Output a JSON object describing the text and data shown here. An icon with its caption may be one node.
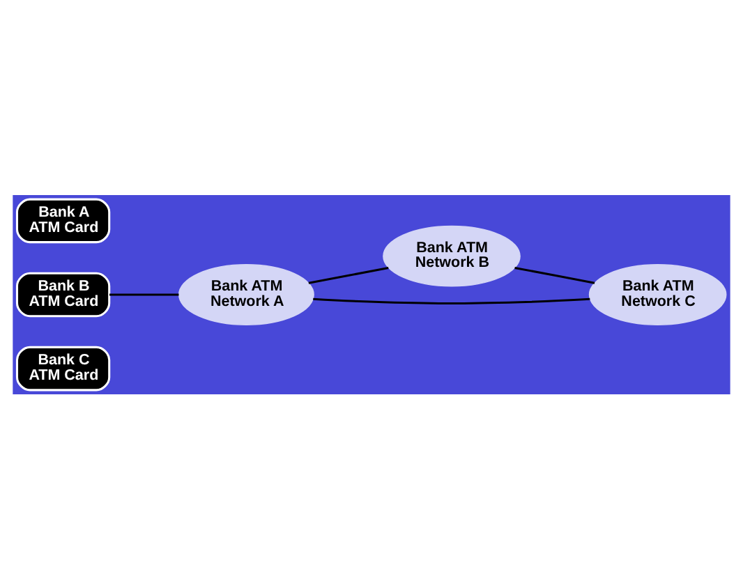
{
  "diagram": {
    "nodes": [
      {
        "text": [
          "Bank A ATM Card"
        ]
      },
      {
        "text": [
          "Bank B ATM Card"
        ]
      },
      {
        "text": [
          "Bank C ATM Card"
        ]
      },
      {
        "text": [
          "Bank ATM Network A"
        ]
      },
      {
        "text": [
          "Bank ATM Network B"
        ]
      },
      {
        "text": [
          "Bank ATM Network C"
        ]
      }
    ],
    "edges": [
      {
        "from": 1,
        "to": 3,
        "arrow": "none"
      },
      {
        "from": 3,
        "to": 4,
        "arrow": "none"
      },
      {
        "from": 4,
        "to": 5,
        "arrow": "none"
      },
      {
        "from": 5,
        "to": 3,
        "arrow": "none"
      }
    ]
  }
}
